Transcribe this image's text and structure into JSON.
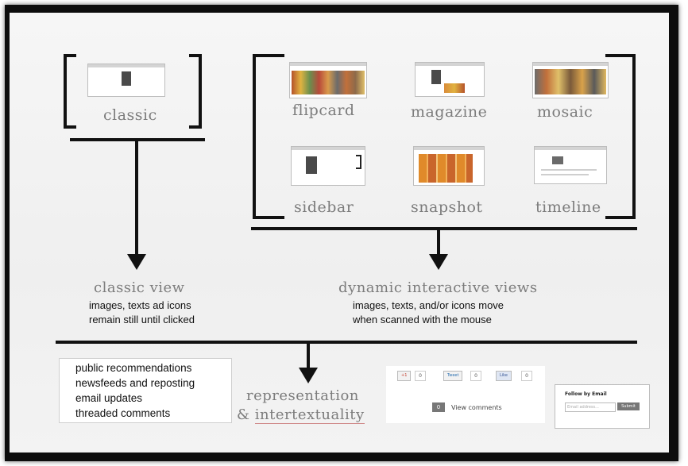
{
  "views": {
    "classic": "classic",
    "flipcard": "flipcard",
    "magazine": "magazine",
    "mosaic": "mosaic",
    "sidebar": "sidebar",
    "snapshot": "snapshot",
    "timeline": "timeline"
  },
  "classic_view": {
    "title": "classic view",
    "desc_line1": "images, texts ad icons",
    "desc_line2": "remain still until clicked"
  },
  "dynamic_views": {
    "title": "dynamic interactive views",
    "desc_line1": "images, texts, and/or icons move",
    "desc_line2": "when scanned with the mouse"
  },
  "features": [
    "public recommendations",
    "newsfeeds and reposting",
    "email updates",
    "threaded comments"
  ],
  "result": {
    "line1": "representation",
    "line2_prefix": "&",
    "line2_word": "intertextuality"
  },
  "social_widget": {
    "gplus": "+1",
    "gplus_count": "0",
    "tweet": "Tweet",
    "tweet_count": "0",
    "like": "Like",
    "like_count": "0",
    "comments_count": "0",
    "comments_label": "View comments"
  },
  "follow_widget": {
    "title": "Follow by Email",
    "placeholder": "Email address...",
    "submit": "Submit"
  }
}
